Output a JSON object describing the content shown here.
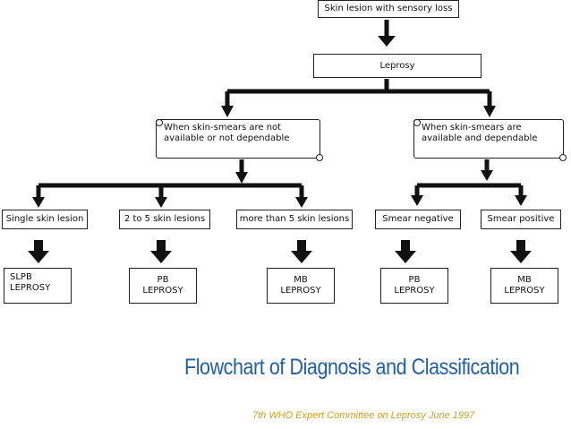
{
  "nodes": {
    "top": "Skin lesion with sensory loss",
    "leprosy": "Leprosy",
    "smears_not_available": "When skin-smears are not available or not dependable",
    "smears_available": "When skin-smears are available and dependable",
    "single_lesion": "Single skin lesion",
    "two_to_five": "2 to 5 skin lesions",
    "more_than_five": "more than 5 skin lesions",
    "smear_negative": "Smear negative",
    "smear_positive": "Smear positive",
    "slpb": [
      "SLPB",
      "LEPROSY"
    ],
    "pb_left": [
      "PB",
      "LEPROSY"
    ],
    "mb_left": [
      "MB",
      "LEPROSY"
    ],
    "pb_right": [
      "PB",
      "LEPROSY"
    ],
    "mb_right": [
      "MB",
      "LEPROSY"
    ]
  },
  "footer": {
    "title": "Flowchart of Diagnosis and Classification",
    "subtitle": "7th WHO Expert Committee on Leprosy June 1997"
  },
  "colors": {
    "title": "#1f5fa8",
    "subtitle": "#c9a020",
    "arrows": "#111111"
  }
}
